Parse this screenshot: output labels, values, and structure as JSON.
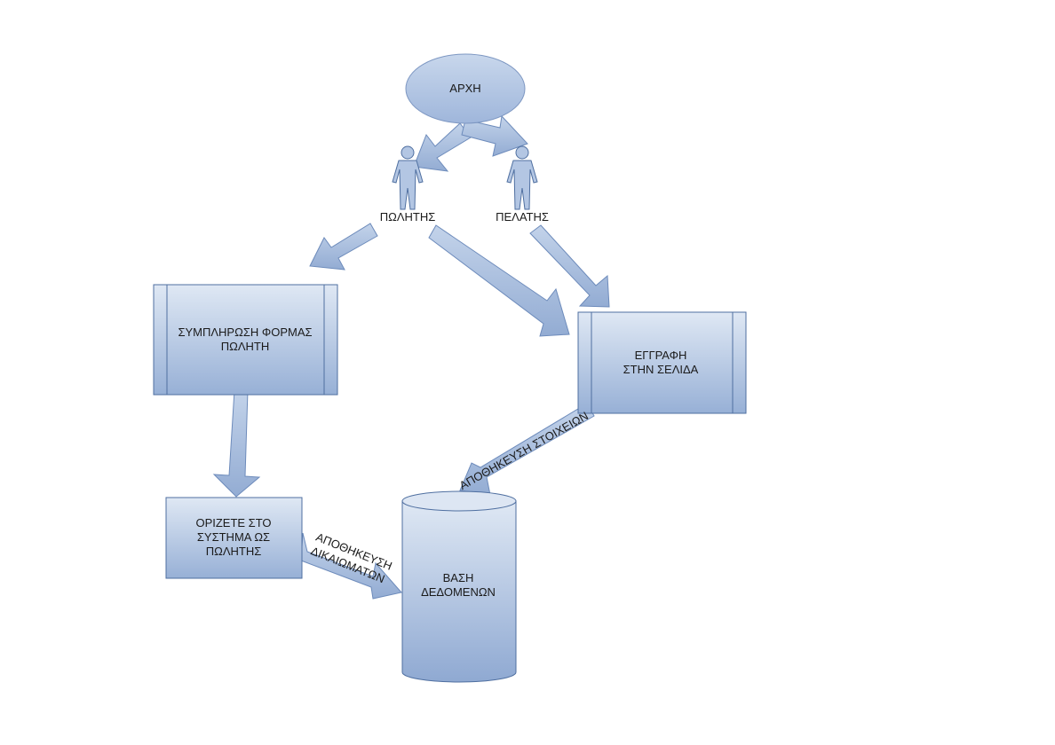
{
  "nodes": {
    "start": {
      "label": "ΑΡΧΗ"
    },
    "seller_actor": {
      "label": "ΠΩΛΗΤΗΣ"
    },
    "customer_actor": {
      "label": "ΠΕΛΑΤΗΣ"
    },
    "seller_form": {
      "line1": "ΣΥΜΠΛΗΡΩΣΗ ΦΟΡΜΑΣ",
      "line2": "ΠΩΛΗΤΗ"
    },
    "registration": {
      "line1": "ΕΓΓΡΑΦΗ",
      "line2": "ΣΤΗΝ ΣΕΛΙΔΑ"
    },
    "set_seller": {
      "line1": "ΟΡΙΖΕΤΕ ΣΤΟ",
      "line2": "ΣΥΣΤΗΜΑ ΩΣ",
      "line3": "ΠΩΛΗΤΗΣ"
    },
    "database": {
      "line1": "ΒΑΣΗ",
      "line2": "ΔΕΔΟΜΕΝΩΝ"
    }
  },
  "edges": {
    "save_data": {
      "label": "ΑΠΟΘΗΚΕΥΣΗ ΣΤΟΙΧΕΙΩΝ"
    },
    "save_rights": {
      "line1": "ΑΠΟΘΗΚΕΥΣΗ",
      "line2": "ΔΙΚΑΙΩΜΑΤΩΝ"
    }
  },
  "colors": {
    "fill_light": "#dbe5f2",
    "fill_dark": "#9ab2d6",
    "stroke": "#4f6fa0",
    "arrow_fill": "#a9bfe0",
    "text": "#1a1a1a"
  }
}
